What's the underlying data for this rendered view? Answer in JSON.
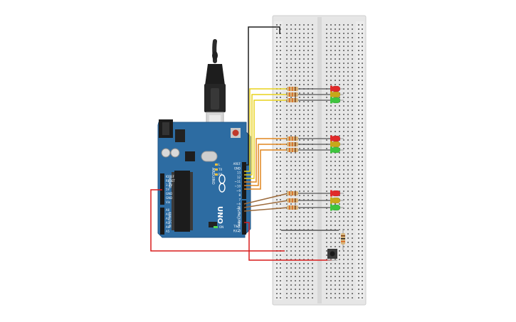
{
  "board": {
    "brand": "ARDUINO",
    "model": "UNO",
    "color": "#2d6ca2",
    "power_pins": [
      "IOREF",
      "RESET",
      "3.3V",
      "5V",
      "GND",
      "GND",
      "Vin"
    ],
    "analog_pins": [
      "A0",
      "A1",
      "A2",
      "A3",
      "A4",
      "A5"
    ],
    "analog_header": "ANALOG IN",
    "power_header": "POWER",
    "digital_pins": [
      "AREF",
      "GND",
      "13",
      "12",
      "~11",
      "~10",
      "~9",
      "8",
      "7",
      "~6",
      "~5",
      "4",
      "~3",
      "2",
      "TX▸1",
      "RX◂0"
    ],
    "digital_header": "DIGITAL (PWM~)",
    "misc_labels": [
      "L",
      "TX",
      "RX",
      "ON"
    ]
  },
  "wire_colors": {
    "black": "#1e1e1e",
    "yellow": "#e8d21c",
    "orange": "#e0861e",
    "brown": "#9c6b3c",
    "red": "#d81c1c"
  },
  "led_colors": {
    "red": "#e02a2a",
    "yellow": "#c8a81a",
    "green": "#3ec43e"
  },
  "traffic_light_groups": 3,
  "breadboard_color": "#e9e9e9"
}
